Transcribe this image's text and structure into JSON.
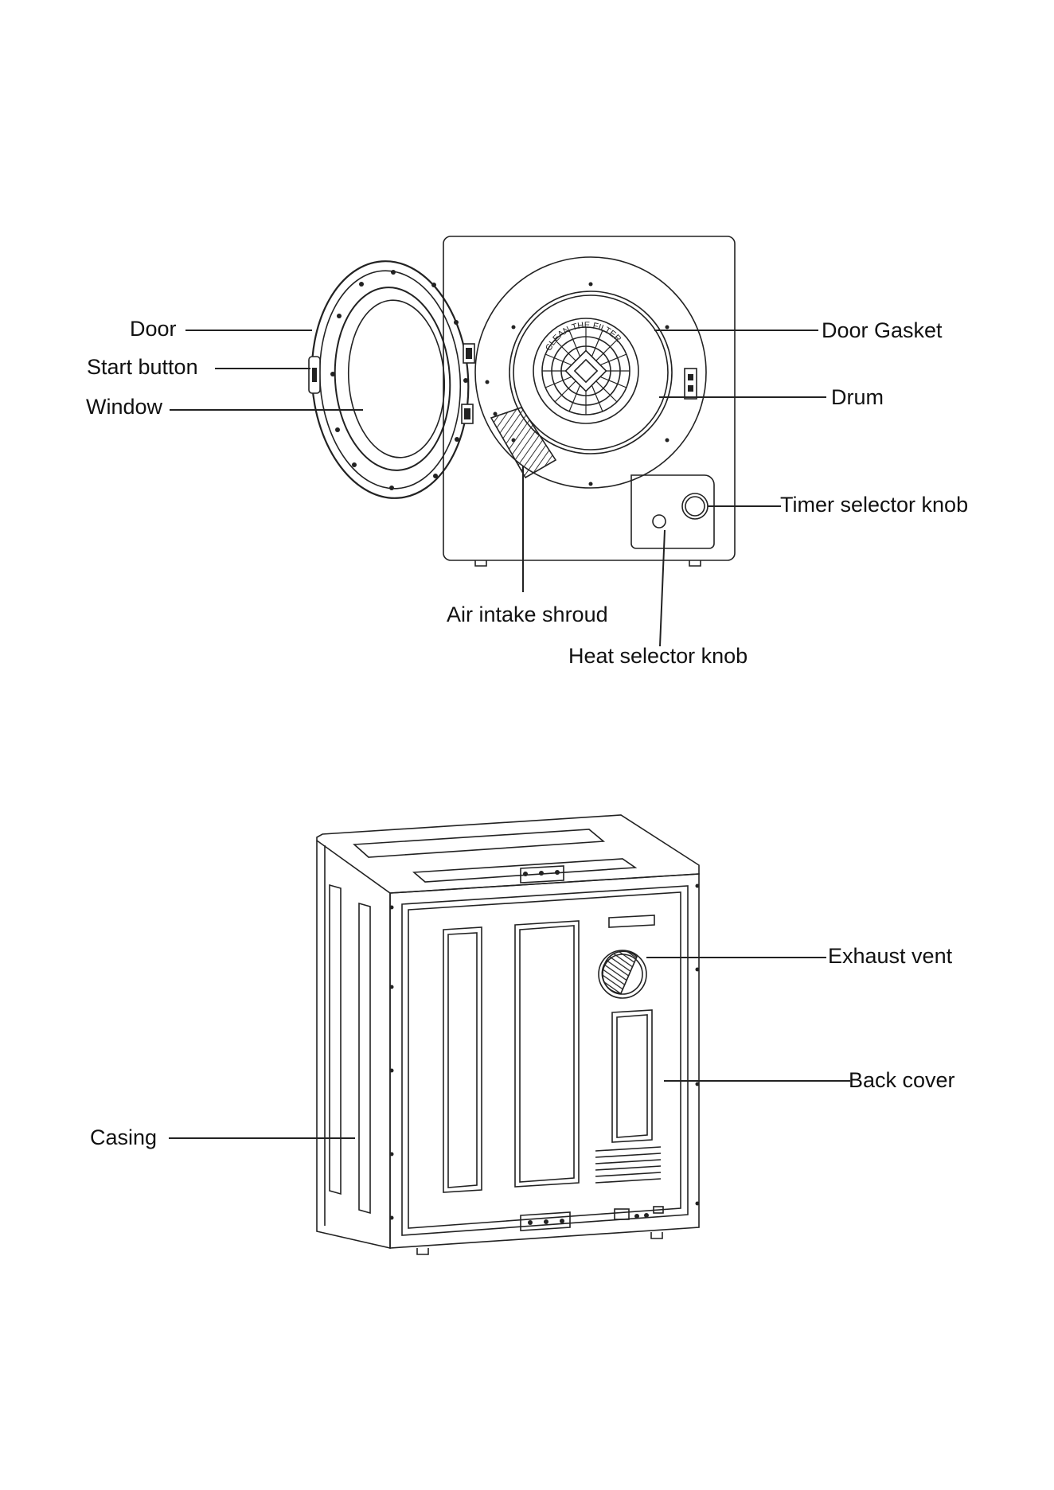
{
  "front_view": {
    "labels": {
      "door": "Door",
      "start_button": "Start button",
      "window": "Window",
      "door_gasket": "Door Gasket",
      "drum": "Drum",
      "timer_selector_knob": "Timer selector knob",
      "air_intake_shroud": "Air intake shroud",
      "heat_selector_knob": "Heat selector knob"
    },
    "filter_text": "CLEAN THE FILTER"
  },
  "rear_view": {
    "labels": {
      "exhaust_vent": "Exhaust vent",
      "back_cover": "Back cover",
      "casing": "Casing"
    }
  }
}
